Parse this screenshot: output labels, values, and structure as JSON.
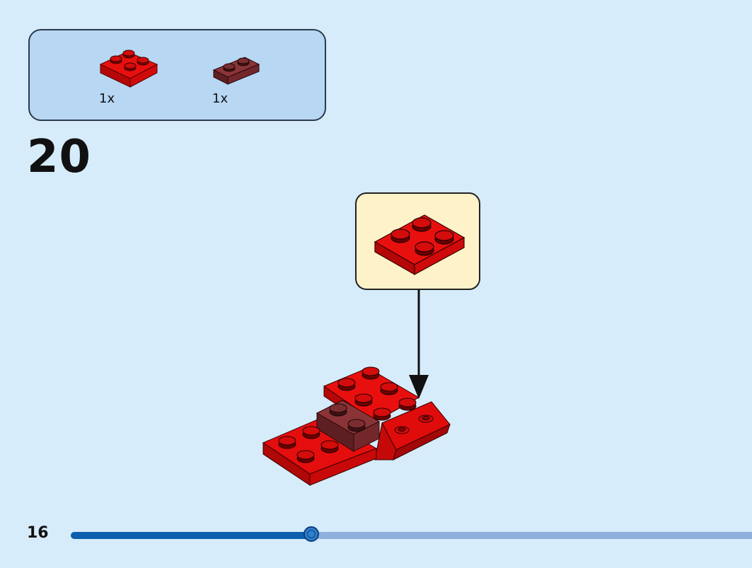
{
  "parts_list": {
    "parts": [
      {
        "icon": "red-plate-2x2-icon",
        "quantity": "1x",
        "color": "#e00c0c"
      },
      {
        "icon": "dark-red-plate-1x2-icon",
        "quantity": "1x",
        "color": "#7a2a2c"
      }
    ]
  },
  "step": {
    "number": "20"
  },
  "callout": {
    "icon": "red-plate-2x2-icon"
  },
  "footer": {
    "page_number": "16",
    "progress_percent": 35.3
  },
  "colors": {
    "background": "#d6ecfb",
    "parts_box": "#b7d7f3",
    "callout": "#fdf2c8",
    "brick_red": "#e00c0c",
    "brick_dark_red": "#7a2a2c",
    "progress_fill": "#0d5fae",
    "progress_track": "#8eb0dd"
  }
}
